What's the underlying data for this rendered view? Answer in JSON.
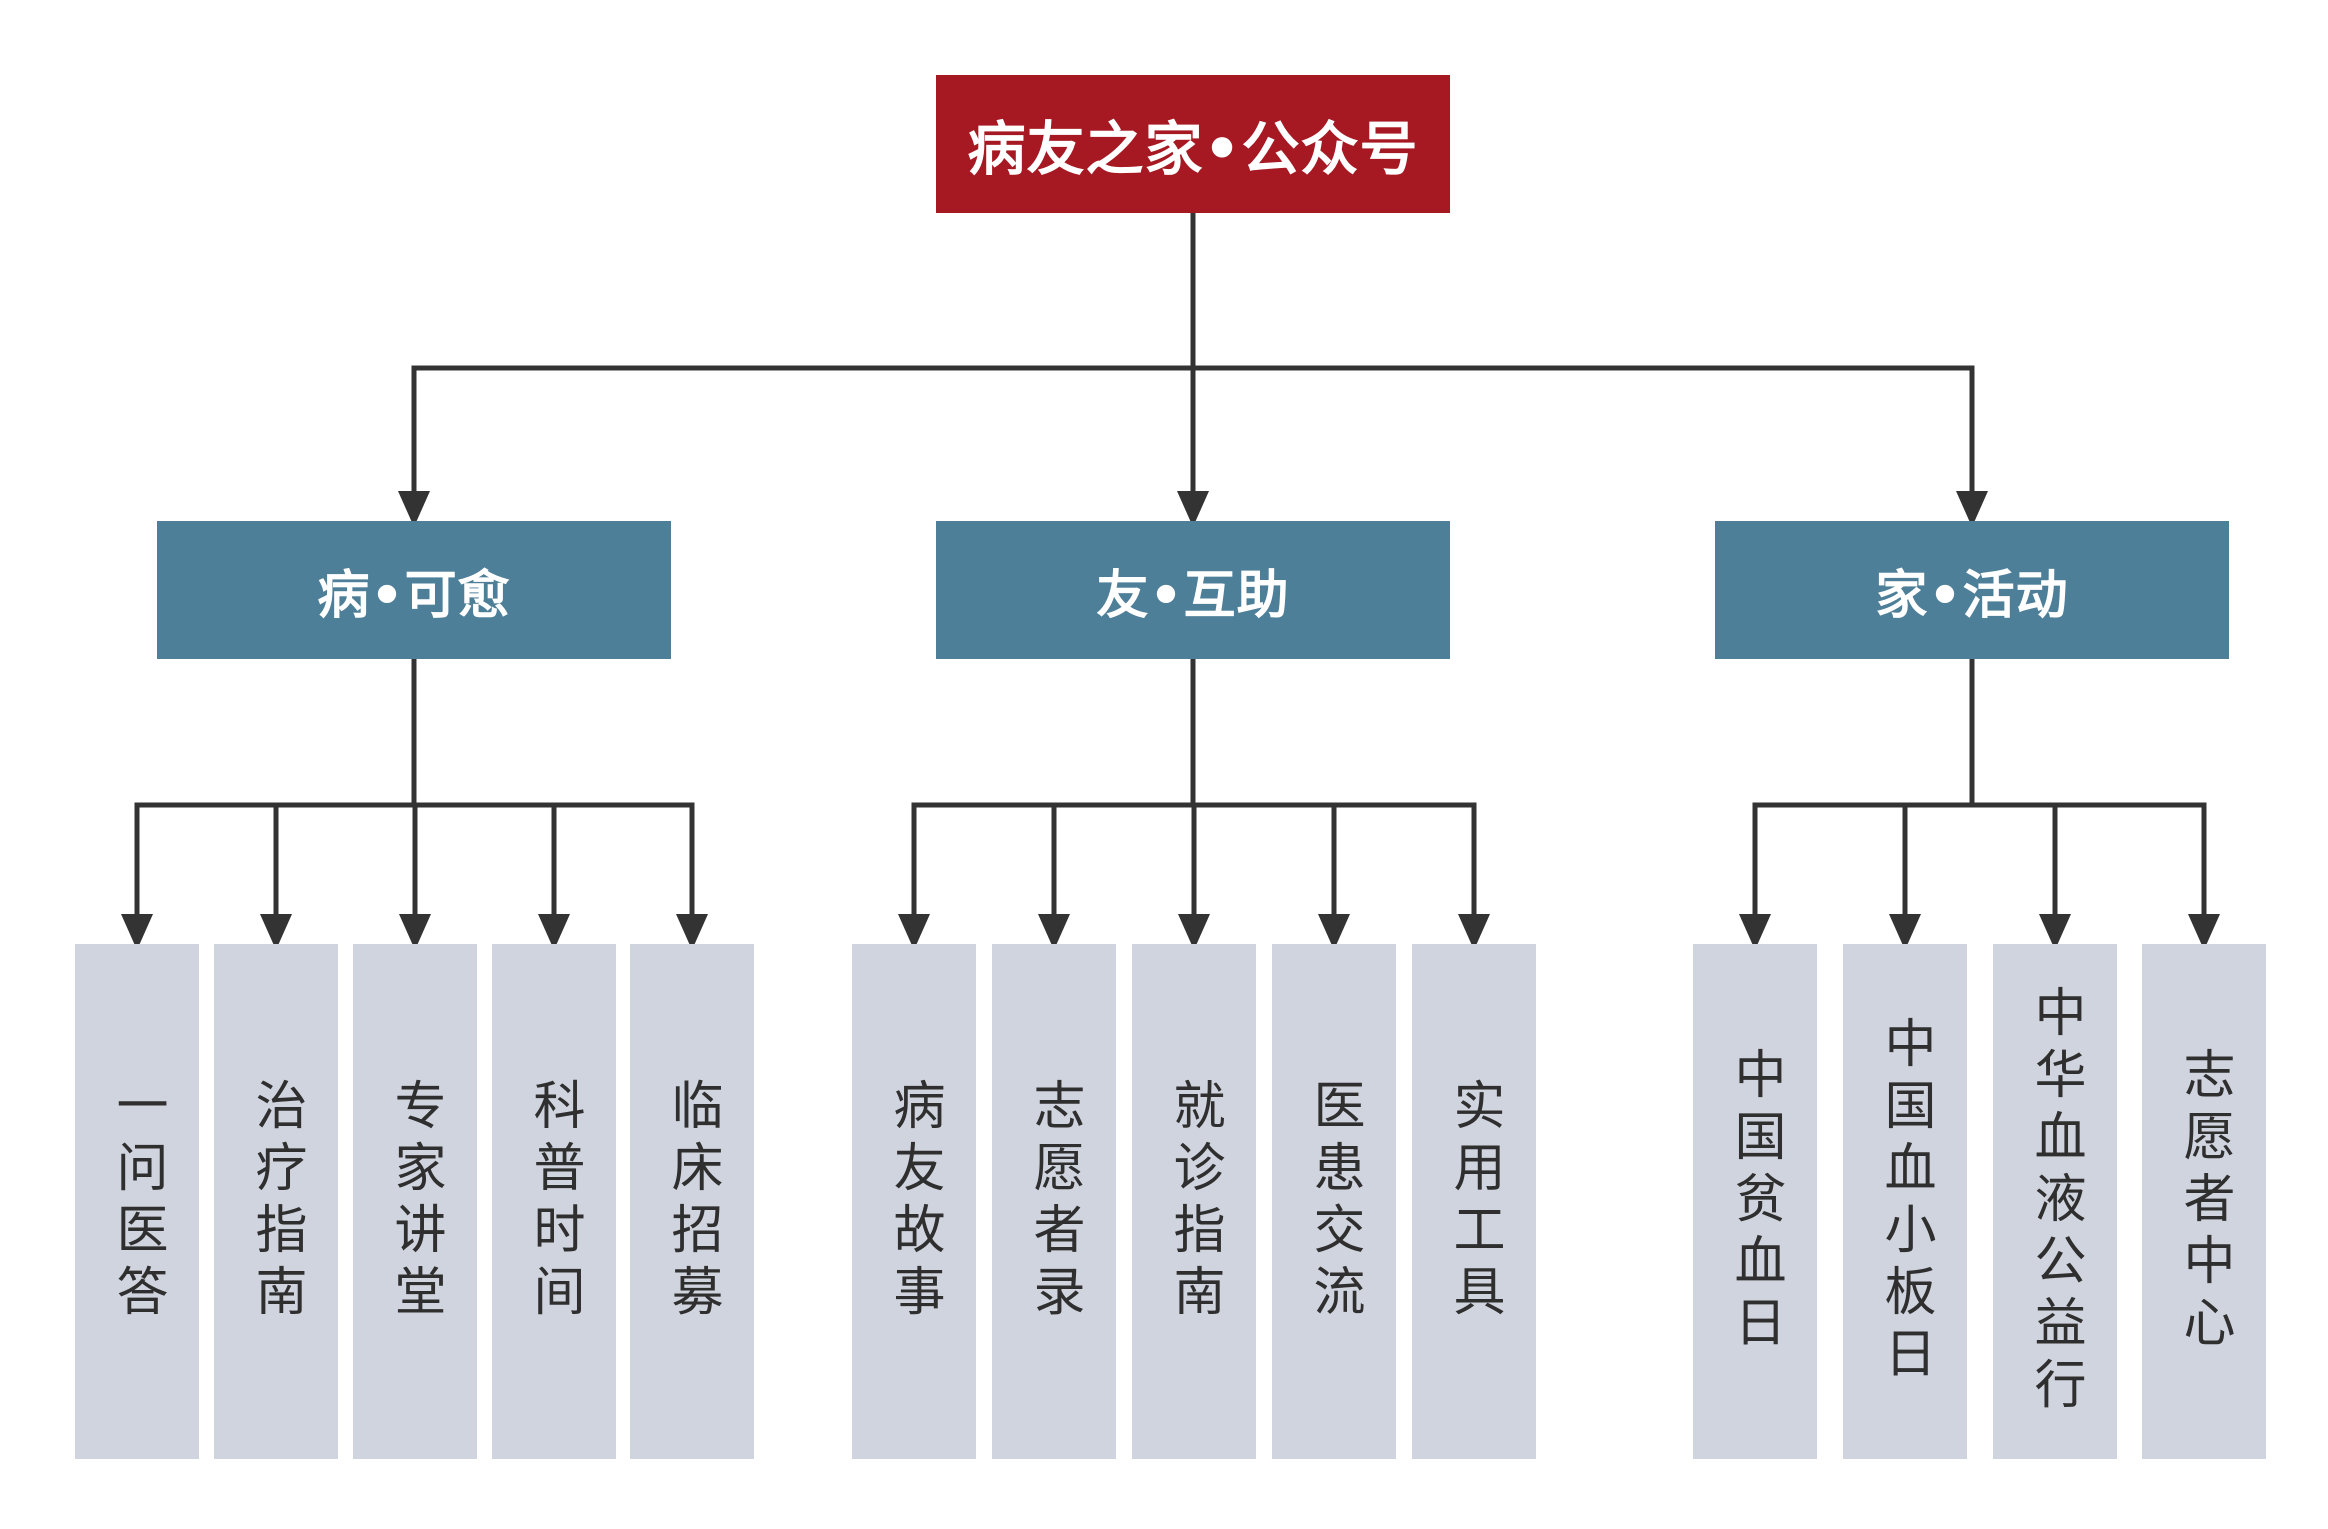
{
  "colors": {
    "root_fill": "#A61922",
    "category_fill": "#4E7F99",
    "leaf_fill": "#D0D4DE",
    "connector": "#333333"
  },
  "root": {
    "label": "病友之家•公众号"
  },
  "categories": [
    {
      "label": "病•可愈",
      "children": [
        "一问医答",
        "治疗指南",
        "专家讲堂",
        "科普时间",
        "临床招募"
      ]
    },
    {
      "label": "友•互助",
      "children": [
        "病友故事",
        "志愿者录",
        "就诊指南",
        "医患交流",
        "实用工具"
      ]
    },
    {
      "label": "家•活动",
      "children": [
        "中国贫血日",
        "中国血小板日",
        "中华血液公益行",
        "志愿者中心"
      ]
    }
  ]
}
